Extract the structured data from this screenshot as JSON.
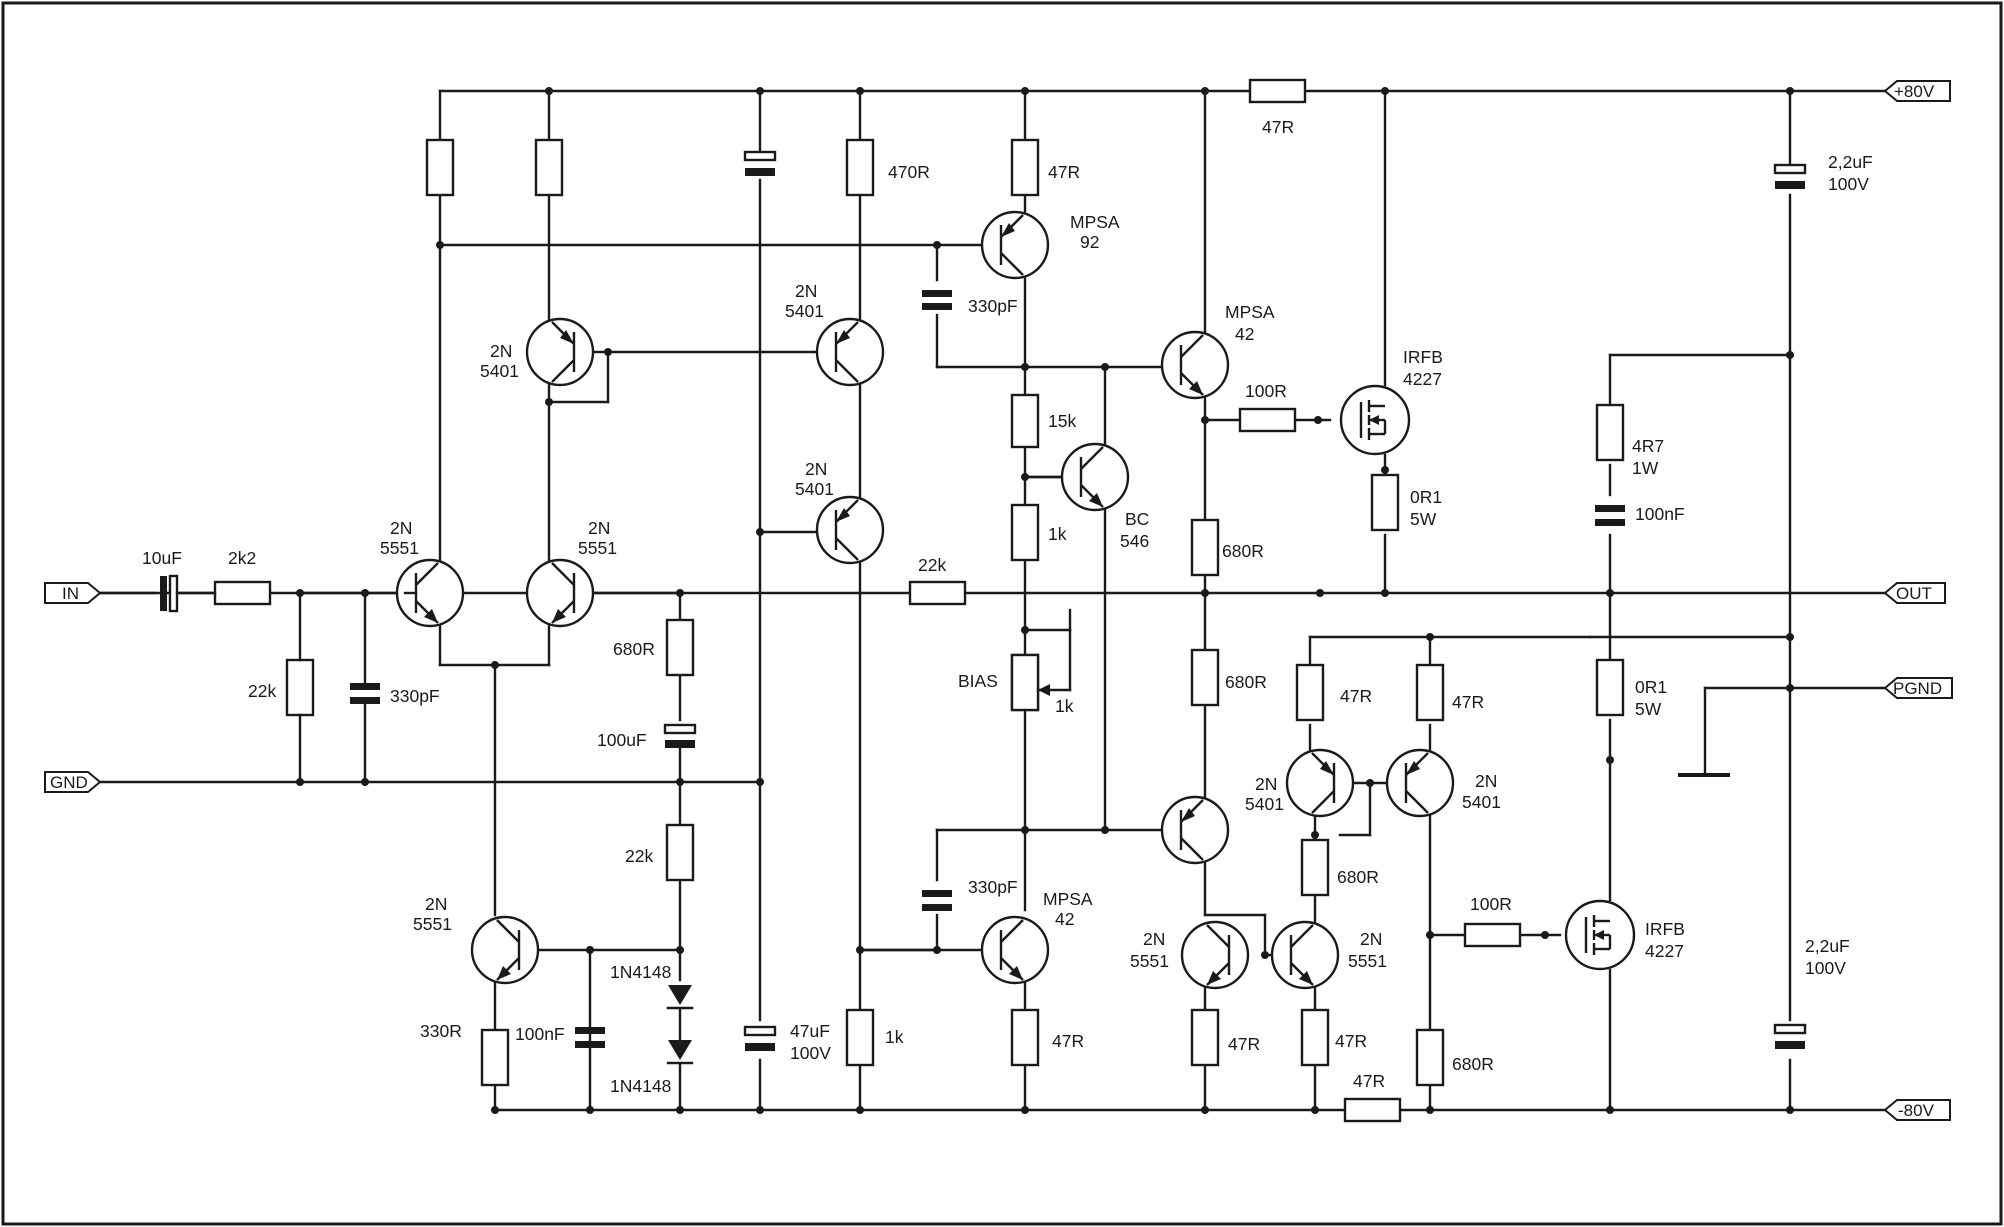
{
  "terminals": {
    "in": "IN",
    "gnd": "GND",
    "out": "OUT",
    "pgnd": "PGND",
    "vplus": "+80V",
    "vminus": "-80V"
  },
  "components": {
    "c_in": "10uF",
    "r_in": "2k2",
    "r_in_shunt": "22k",
    "c_in_shunt": "330pF",
    "q_diff_left": [
      "2N",
      "5551"
    ],
    "q_diff_right": [
      "2N",
      "5551"
    ],
    "q_mirror": [
      "2N",
      "5401"
    ],
    "q_cs_top": [
      "2N",
      "5401"
    ],
    "q_cs_bot": [
      "2N",
      "5401"
    ],
    "q_tail": [
      "2N",
      "5551"
    ],
    "r_tail": "330R",
    "c_tail": "100nF",
    "d1": "1N4148",
    "d2": "1N4148",
    "r_fb_shunt": "680R",
    "c_fb": "100uF",
    "r_bias_chain": "22k",
    "c_rail": [
      "47uF",
      "100V"
    ],
    "r_cs": "470R",
    "r_cs_bot": "1k",
    "r_fb": "22k",
    "r_vas_top": "47R",
    "q_vas_top": [
      "MPSA",
      "92"
    ],
    "c_vas_top": "330pF",
    "q_vas_bot": [
      "MPSA",
      "42"
    ],
    "c_vas_bot": "330pF",
    "r_vas_bot": "47R",
    "r_15k": "15k",
    "r_1k": "1k",
    "q_vbe": [
      "BC",
      "546"
    ],
    "bias_label": "BIAS",
    "bias_value": "1k",
    "q_drv_top": [
      "MPSA",
      "42"
    ],
    "r_drv_top": "47R",
    "r_drv_gate_top": "100R",
    "r_680_1": "680R",
    "r_680_2": "680R",
    "q_drv_bot": [
      "2N",
      "5551"
    ],
    "q_mirror2_left": [
      "2N",
      "5401"
    ],
    "q_mirror2_right": [
      "2N",
      "5401"
    ],
    "r_47_m1": "47R",
    "r_47_m2": "47R",
    "r_680_m": "680R",
    "q_cm_left": [
      "2N",
      "5551"
    ],
    "q_cm_right": [
      "2N",
      "5551"
    ],
    "r_47_e1": "47R",
    "r_47_e2": "47R",
    "r_47_bottom": "47R",
    "r_gate_bot": "100R",
    "r_680_gate": "680R",
    "q_mos_top": [
      "IRFB",
      "4227"
    ],
    "q_mos_bot": [
      "IRFB",
      "4227"
    ],
    "r_src_top": [
      "0R1",
      "5W"
    ],
    "r_src_bot": [
      "0R1",
      "5W"
    ],
    "zobel_r": [
      "4R7",
      "1W"
    ],
    "zobel_c": "100nF",
    "c_rail_top": [
      "2,2uF",
      "100V"
    ],
    "c_rail_bot": [
      "2,2uF",
      "100V"
    ]
  }
}
